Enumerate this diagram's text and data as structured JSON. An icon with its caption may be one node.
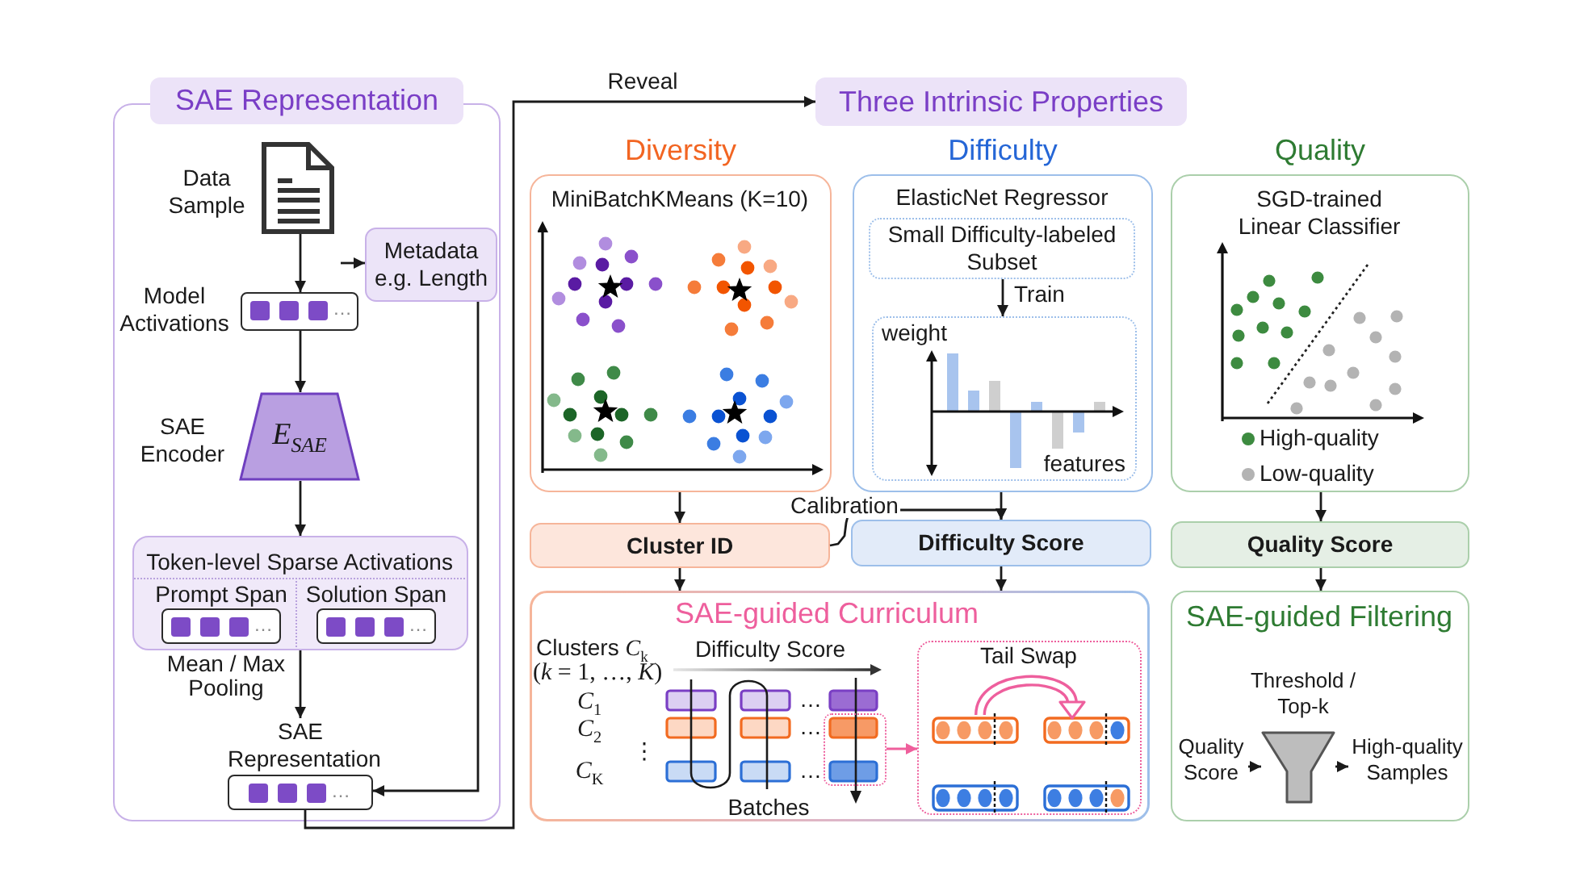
{
  "diagram": {
    "nodes": [
      {
        "text": [
          "SAE Representation"
        ]
      },
      {
        "text": [],
        "shape": "picture",
        "beside": [
          "Data Sample"
        ],
        "in": 0
      },
      {
        "text": [
          "…"
        ],
        "beside": [
          "Model Activations"
        ],
        "in": 0
      },
      {
        "text": [
          "Metadata e.g. Length"
        ],
        "in": 0
      },
      {
        "text": [
          "E$_{SAE}$"
        ],
        "beside": [
          "SAE Encoder"
        ],
        "in": 0
      },
      {
        "text": [
          "Token-level Sparse Activations"
        ],
        "in": 0
      },
      {
        "text": [
          "Prompt Span",
          "…"
        ],
        "in": 5
      },
      {
        "text": [
          "Solution Span",
          "…"
        ],
        "in": 5
      },
      {
        "text": [
          "SAE Representation",
          "…"
        ],
        "in": 0
      },
      {
        "text": [
          "Three Intrinsic Properties"
        ]
      },
      {
        "text": [
          "Diversity",
          "MiniBatchKMeans (K=10)"
        ]
      },
      {
        "text": [
          "Difficulty",
          "ElasticNet Regressor"
        ]
      },
      {
        "text": [
          "Small Difficulty-labeled Subset"
        ],
        "in": 11
      },
      {
        "text": [
          "weight",
          "features"
        ],
        "in": 11
      },
      {
        "text": [
          "Quality",
          "SGD-trained Linear Classifier"
        ]
      },
      {
        "text": [
          "Cluster ID"
        ]
      },
      {
        "text": [
          "Difficulty Score"
        ]
      },
      {
        "text": [
          "Quality Score"
        ]
      },
      {
        "text": [
          "SAE-guided Curriculum"
        ]
      },
      {
        "text": [
          "Tail Swap"
        ],
        "in": 18
      },
      {
        "text": [],
        "shape": "box",
        "in": 18
      },
      {
        "text": [
          "SAE-guided Filtering"
        ]
      },
      {
        "text": [
          "Quality Score"
        ],
        "in": 21
      },
      {
        "text": [],
        "shape": "funnel",
        "beside": [
          "Threshold / Top-k"
        ],
        "in": 21
      },
      {
        "text": [
          "High-quality Samples"
        ],
        "in": 21
      }
    ],
    "edges": [
      {
        "from": 1,
        "to": 2,
        "arrow": "to"
      },
      {
        "from": null,
        "to": 3,
        "arrow": "to"
      },
      {
        "from": 2,
        "to": 4,
        "arrow": "to"
      },
      {
        "from": 4,
        "to": 5,
        "arrow": "to"
      },
      {
        "from": 5,
        "to": 8,
        "arrow": "to",
        "label": "Mean / Max Pooling"
      },
      {
        "from": 3,
        "to": 8,
        "arrow": "to"
      },
      {
        "from": 8,
        "to": 9,
        "arrow": "to",
        "label": "Reveal"
      },
      {
        "from": 10,
        "to": 15,
        "arrow": "to"
      },
      {
        "from": 12,
        "to": 13,
        "arrow": "to",
        "label": "Train"
      },
      {
        "from": 11,
        "to": 16,
        "arrow": "to"
      },
      {
        "from": 15,
        "to": 16,
        "arrow": "to",
        "label": "Calibration"
      },
      {
        "from": 14,
        "to": 17,
        "arrow": "to"
      },
      {
        "from": 15,
        "to": 18,
        "arrow": "to"
      },
      {
        "from": 16,
        "to": 18,
        "arrow": "to"
      },
      {
        "from": 17,
        "to": 21,
        "arrow": "to"
      },
      {
        "from": 20,
        "to": 19,
        "arrow": "to",
        "color": "#ef5f9c"
      },
      {
        "from": 22,
        "to": 23,
        "arrow": "to"
      },
      {
        "from": 23,
        "to": 24,
        "arrow": "to"
      }
    ],
    "labels": [
      "Clusters *C*$_{k}$",
      "Difficulty Score",
      "(*k* = 1, …, *K*)",
      "*C*$_{1}$",
      "…",
      "*C*$_{2}$",
      "…",
      "⋮",
      "*C*$_{K}$",
      "…",
      "Batches"
    ],
    "legend": [
      {
        "text": "High-quality",
        "color": "#3d8b40"
      },
      {
        "text": "Low-quality",
        "color": "#b3b3b3"
      }
    ]
  }
}
